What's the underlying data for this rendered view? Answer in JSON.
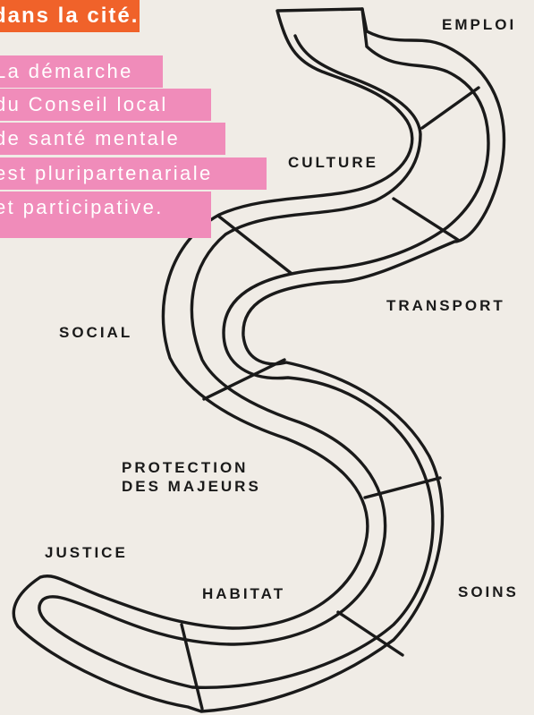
{
  "header": {
    "banner": "dans la cité.",
    "intro_lines": [
      "La démarche",
      "du Conseil local",
      "de santé mentale",
      "est pluripartenariale",
      "et participative."
    ],
    "banner_color": "#f0622a",
    "highlight_color": "#f08cba"
  },
  "labels": {
    "emploi": "EMPLOI",
    "culture": "CULTURE",
    "transport": "TRANSPORT",
    "social": "SOCIAL",
    "protection_1": "PROTECTION",
    "protection_2": "DES MAJEURS",
    "justice": "JUSTICE",
    "habitat": "HABITAT",
    "soins": "SOINS"
  },
  "colors": {
    "background": "#f0ece6",
    "ink": "#1a1a1a"
  }
}
